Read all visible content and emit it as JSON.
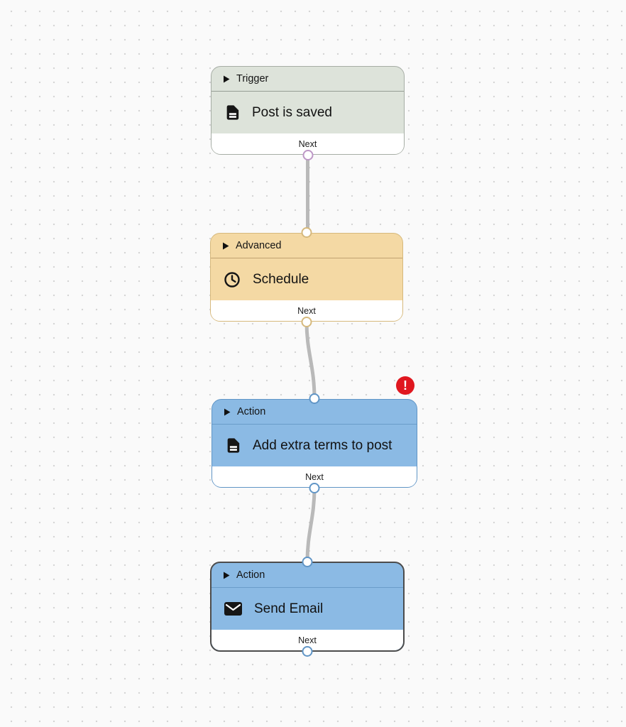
{
  "canvas": {
    "background": "#fafafa",
    "dot_color": "#d5d5d5",
    "edge_color": "#b9b9b9"
  },
  "nodes": [
    {
      "type_label": "Trigger",
      "title": "Post is saved",
      "icon": "document-icon",
      "footer_label": "Next",
      "has_error": false,
      "selected": false,
      "colors": {
        "fill": "#dde3da",
        "border": "#a6ada5",
        "divider": "#969d95",
        "port_bottom": "#bd97c6"
      }
    },
    {
      "type_label": "Advanced",
      "title": "Schedule",
      "icon": "clock-icon",
      "footer_label": "Next",
      "has_error": false,
      "selected": false,
      "colors": {
        "fill": "#f4d9a4",
        "border": "#d6b97d",
        "divider": "#c0a271",
        "port_top": "#d6b97d",
        "port_bottom": "#d6b97d"
      }
    },
    {
      "type_label": "Action",
      "title": "Add extra terms to post",
      "icon": "document-icon",
      "footer_label": "Next",
      "has_error": true,
      "selected": false,
      "colors": {
        "fill": "#8bbae4",
        "border": "#6095c6",
        "divider": "#6a9cc9",
        "port_top": "#6095c6",
        "port_bottom": "#6095c6"
      }
    },
    {
      "type_label": "Action",
      "title": "Send Email",
      "icon": "email-icon",
      "footer_label": "Next",
      "has_error": false,
      "selected": true,
      "colors": {
        "fill": "#8bbae4",
        "border": "#4c4c4c",
        "divider": "#6a9cc9",
        "port_top": "#6095c6",
        "port_bottom": "#6095c6"
      }
    }
  ],
  "error_badge": {
    "glyph": "!",
    "color": "#e0171f"
  }
}
